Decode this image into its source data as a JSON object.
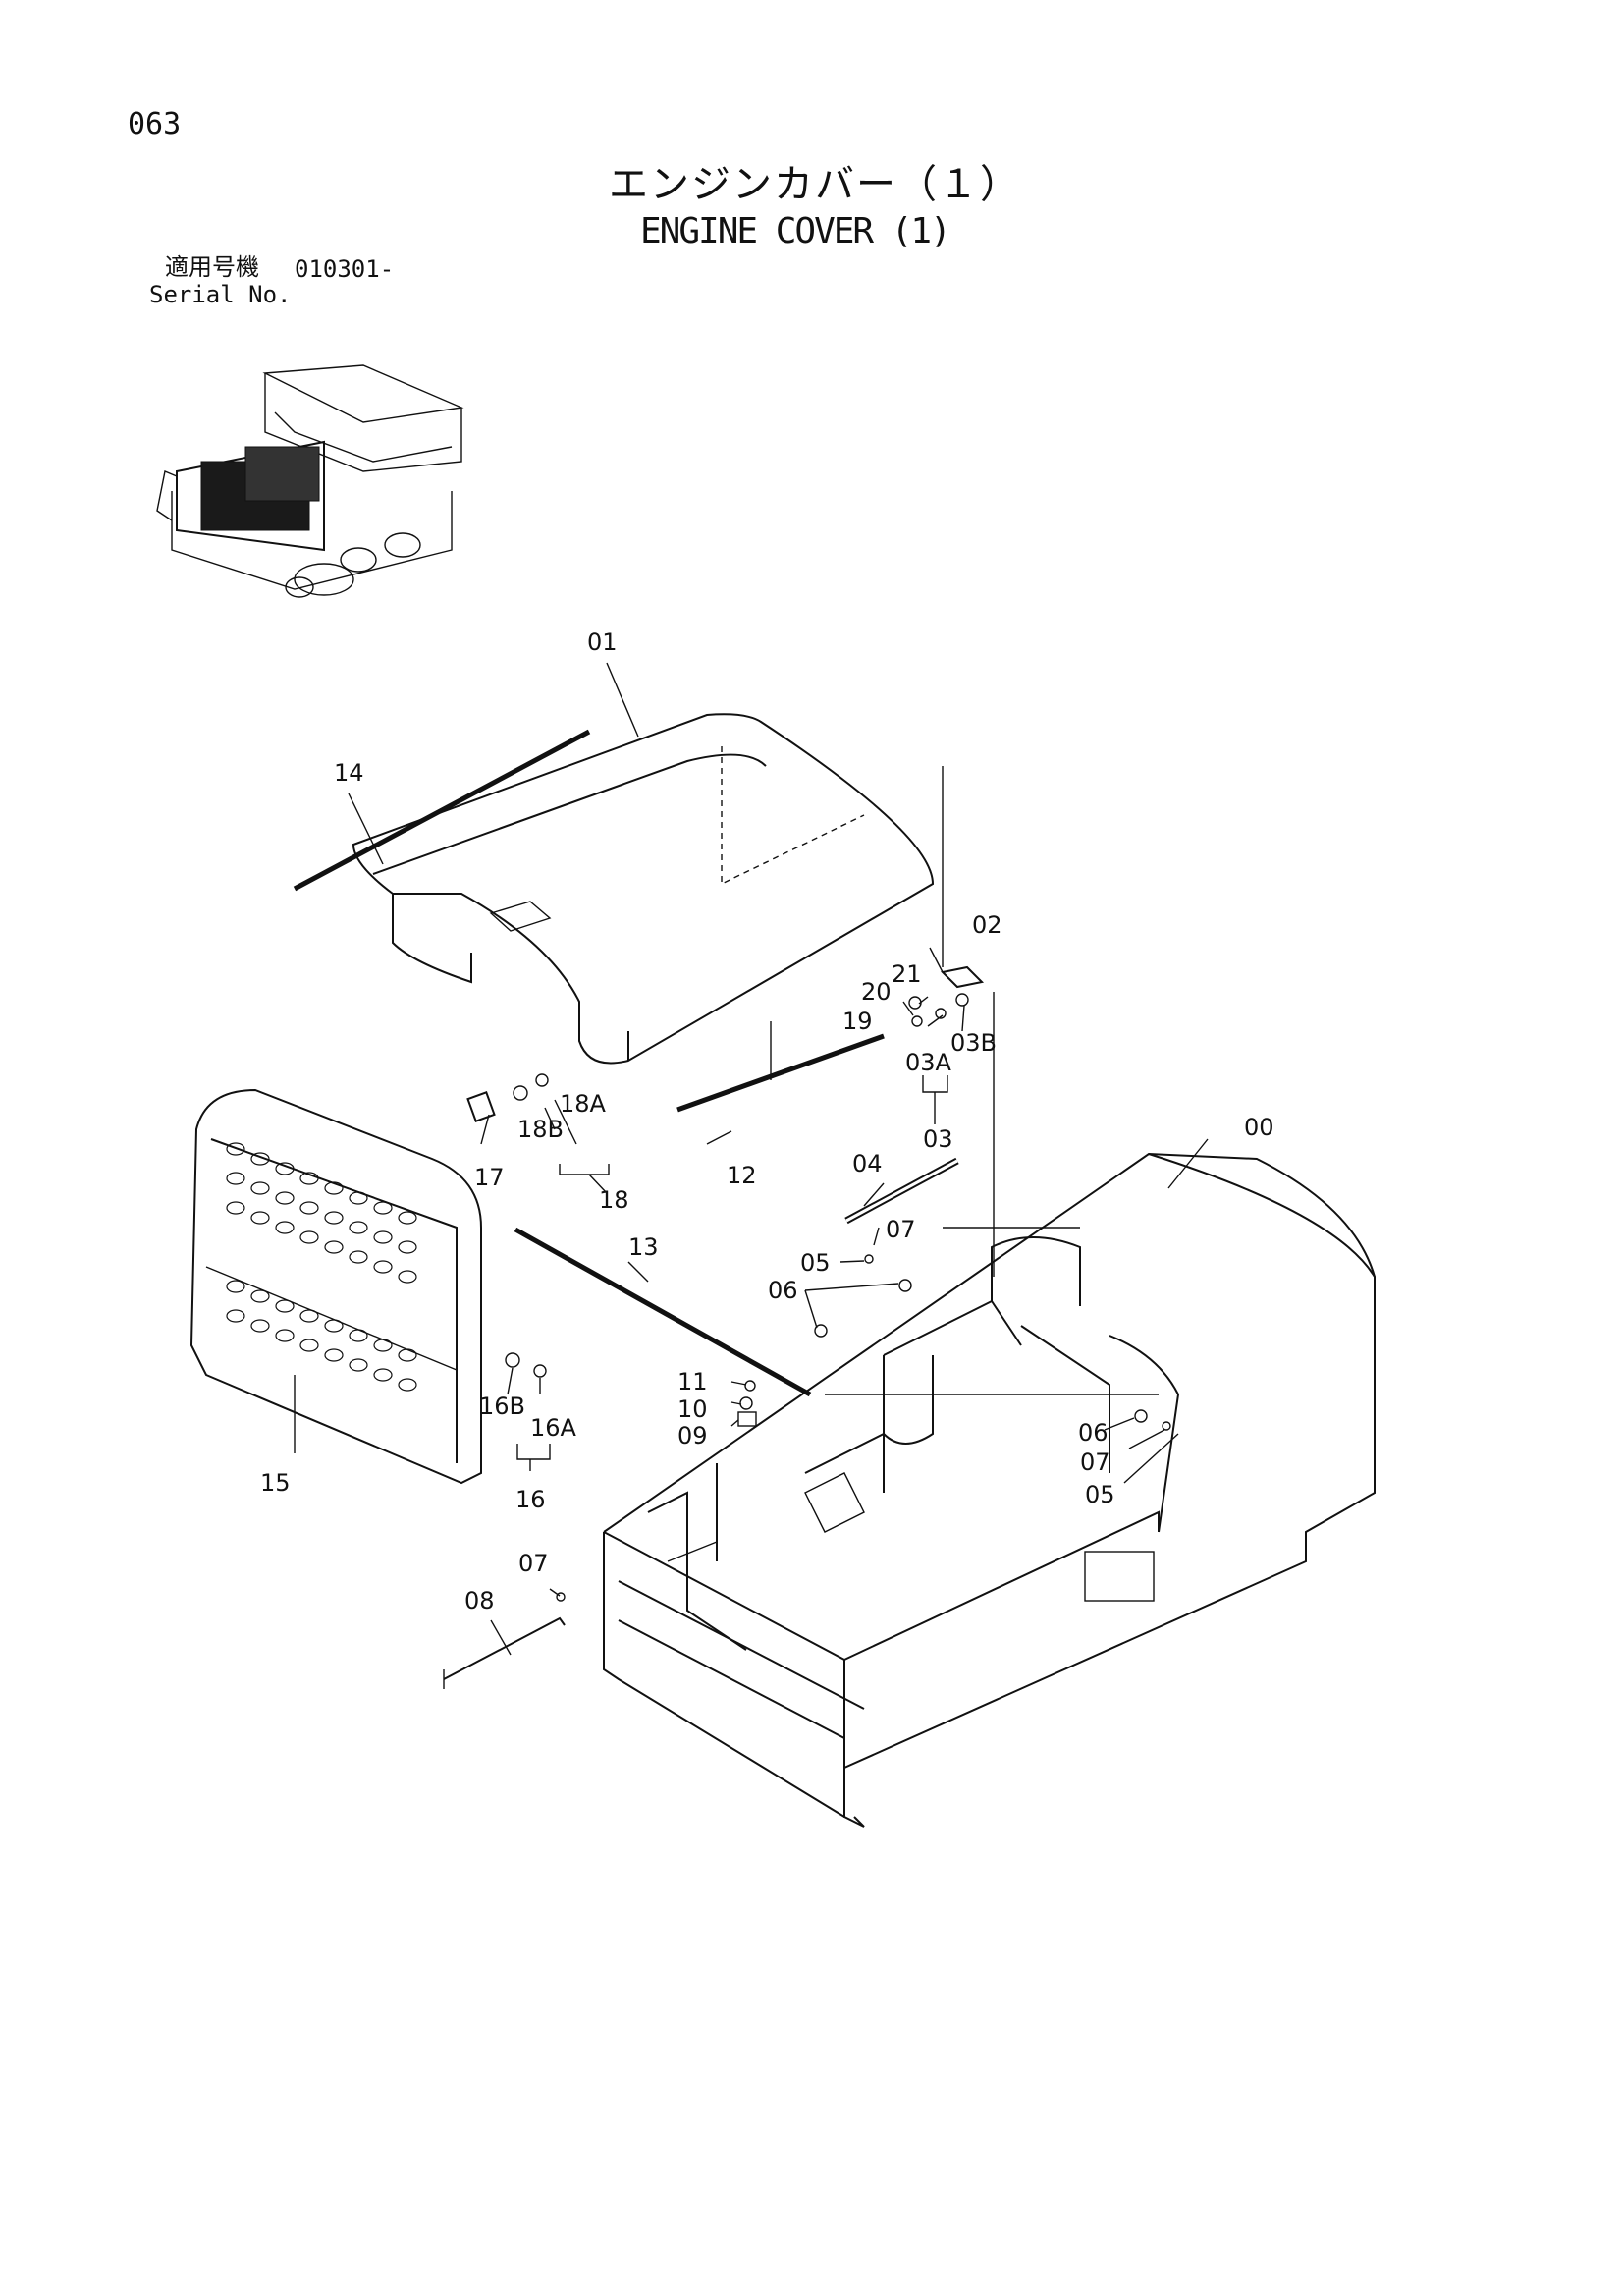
{
  "header": {
    "page_number": "063",
    "title_jp": "エンジンカバー（１）",
    "title_en": "ENGINE COVER (1)",
    "serial_label_jp": "適用号機",
    "serial_value": "010301-",
    "serial_label_en": "Serial No."
  },
  "callouts": {
    "c00": "00",
    "c01": "01",
    "c02": "02",
    "c03": "03",
    "c03A": "03A",
    "c03B": "03B",
    "c04": "04",
    "c05a": "05",
    "c05b": "05",
    "c06a": "06",
    "c06b": "06",
    "c07a": "07",
    "c07b": "07",
    "c07c": "07",
    "c08": "08",
    "c09": "09",
    "c10": "10",
    "c11": "11",
    "c12": "12",
    "c13": "13",
    "c14": "14",
    "c15": "15",
    "c16": "16",
    "c16A": "16A",
    "c16B": "16B",
    "c17": "17",
    "c18": "18",
    "c18A": "18A",
    "c18B": "18B",
    "c19": "19",
    "c20": "20",
    "c21": "21"
  }
}
